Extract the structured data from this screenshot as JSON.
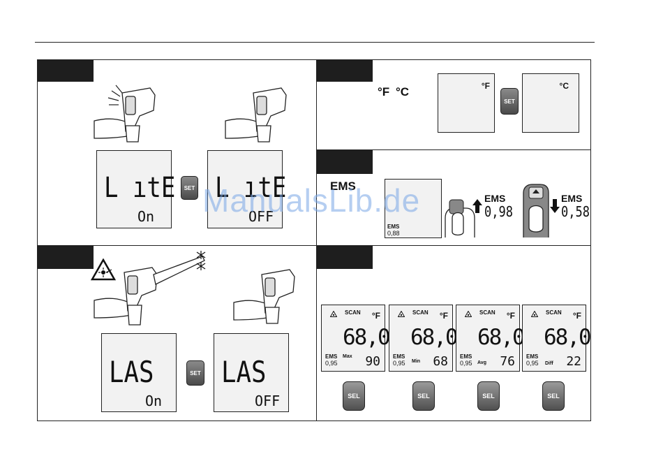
{
  "watermark": "ManualsLib.de",
  "backlight": {
    "on_line1": "L ıtE",
    "on_line2": "On",
    "off_line1": "L ıtE",
    "off_line2": "OFF",
    "set_label": "SET"
  },
  "units": {
    "f_label": "°F",
    "c_label": "°C",
    "f_display": "°F",
    "c_display": "°C",
    "set_label": "SET"
  },
  "emissivity": {
    "title": "EMS",
    "display_label": "EMS",
    "display_value": "0,88",
    "up_label": "EMS",
    "up_value": "0,98",
    "down_label": "EMS",
    "down_value": "0,58"
  },
  "laser": {
    "on_line1": "LAS",
    "on_line2": "On",
    "off_line1": "LAS",
    "off_line2": "OFF",
    "set_label": "SET"
  },
  "modes": {
    "scan": "SCAN",
    "unit": "°F",
    "reading": "68,0",
    "ems_label": "EMS",
    "ems_value": "0,95",
    "sel_label": "SEL",
    "panels": [
      {
        "mode": "Max",
        "value": "90"
      },
      {
        "mode": "Min",
        "value": "68"
      },
      {
        "mode": "Avg",
        "value": "76"
      },
      {
        "mode": "Diff",
        "value": "22"
      }
    ]
  }
}
